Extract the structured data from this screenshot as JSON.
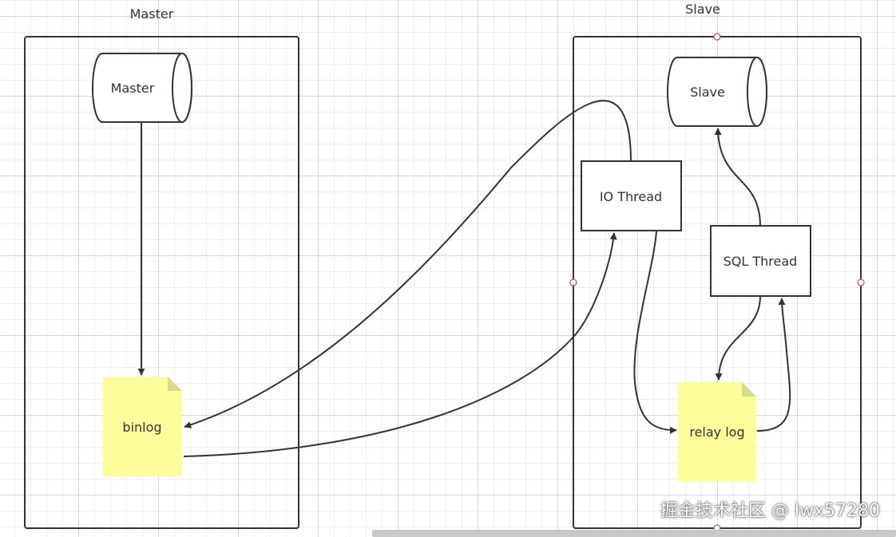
{
  "master_container": {
    "title": "Master"
  },
  "slave_container": {
    "title": "Slave"
  },
  "nodes": {
    "master_db": "Master",
    "binlog": "binlog",
    "slave_db": "Slave",
    "io_thread": "IO Thread",
    "sql_thread": "SQL Thread",
    "relay_log": "relay log"
  },
  "watermark": "掘金技术社区 @ lwx57280",
  "colors": {
    "stroke": "#333333",
    "note_fill": "#fdfd9b",
    "note_fold": "#d9d98a",
    "handle_stroke": "#b0555e"
  }
}
